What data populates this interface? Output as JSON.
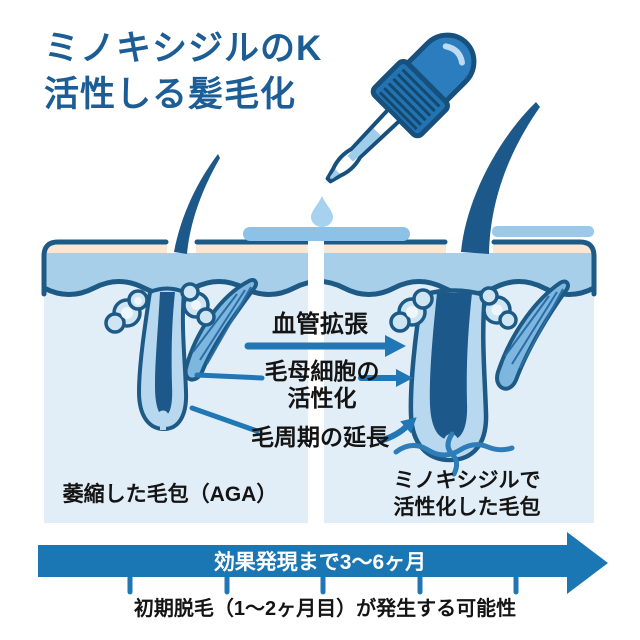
{
  "title": {
    "line1": "ミノキシジルのK",
    "line2": "活性しる髪毛化"
  },
  "diagram": {
    "mechanism_labels": {
      "vasodilation": "血管拡張",
      "hair_matrix_line1": "毛母細胞の",
      "hair_matrix_line2": "活性化",
      "cycle_extension": "毛周期の延長"
    },
    "left_caption": "萎縮した毛包（AGA）",
    "right_caption_line1": "ミノキシジルで",
    "right_caption_line2": "活性化した毛包"
  },
  "timeline": {
    "arrow_label": "効果発現まで3〜6ヶ月",
    "note": "初期脱毛（1〜2ヶ月目）が発生する可能性",
    "tick_count": 5
  },
  "icons": {
    "dropper": "dropper-icon",
    "droplet": "droplet-icon"
  },
  "colors": {
    "title_blue": "#1b5d94",
    "outline_blue": "#1d5a86",
    "arrow_blue": "#1f77b4",
    "big_arrow_blue": "#1b76b4",
    "epidermis_blue": "#a8cfe9",
    "dermis_blue": "#e2eef7",
    "cream": "#f6e7d6",
    "solution_band_blue": "#8cc1e8",
    "hair_dark_blue": "#1c588a",
    "sheath_blue": "#b8d8ef",
    "gland_blue": "#cfe5f4",
    "muscle_blue": "#7db7e0",
    "droplet_blue": "#a7d2ef",
    "text_black": "#141414",
    "white": "#ffffff"
  }
}
